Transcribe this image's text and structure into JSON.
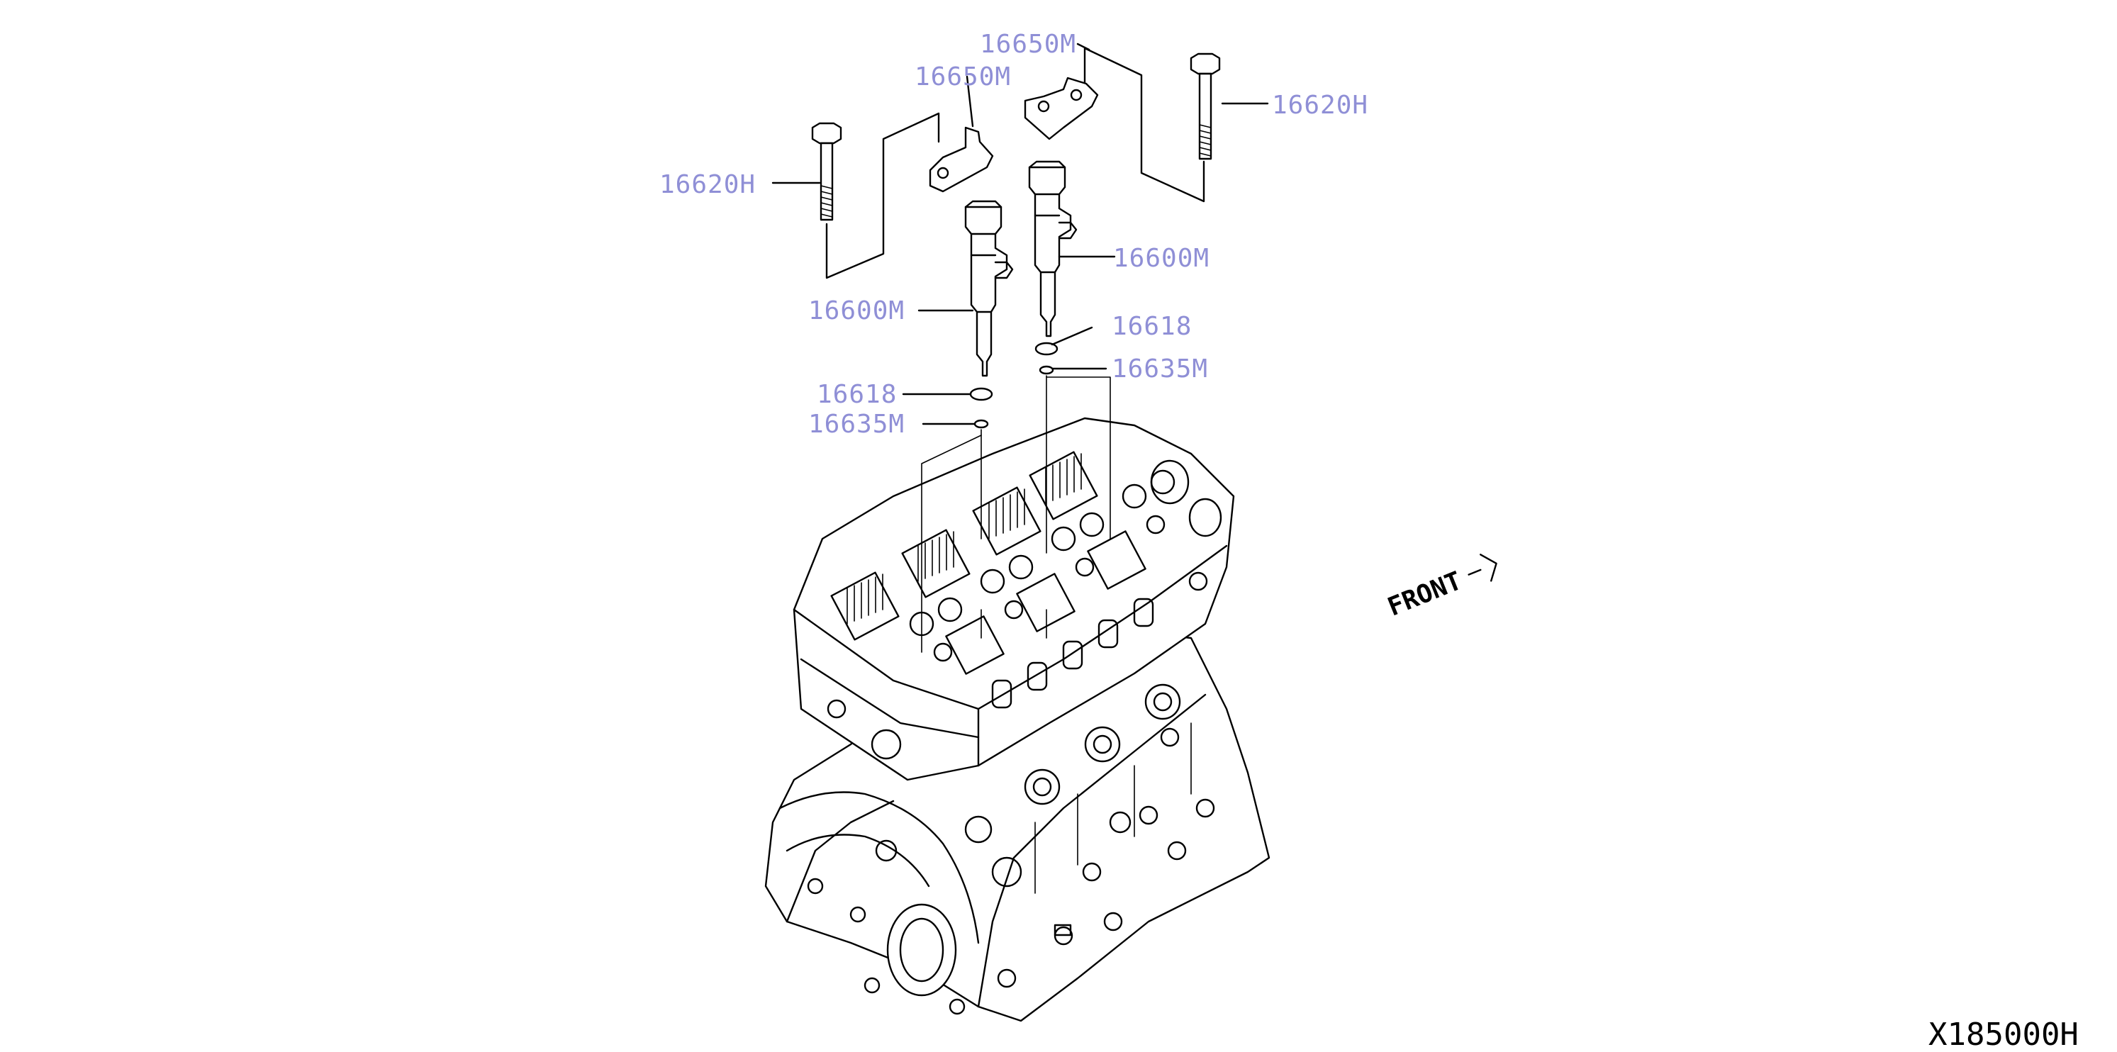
{
  "colors": {
    "callout": "#8f8fd6",
    "line": "#000000",
    "background": "#ffffff"
  },
  "callouts": {
    "c1": "16650M",
    "c2": "16650M",
    "c3": "16620H",
    "c4": "16620H",
    "c5": "16600M",
    "c6": "16600M",
    "c7": "16618",
    "c8": "16618",
    "c9": "16635M",
    "c10": "16635M"
  },
  "front_label": "FRONT",
  "diagram_code": "X185000H"
}
